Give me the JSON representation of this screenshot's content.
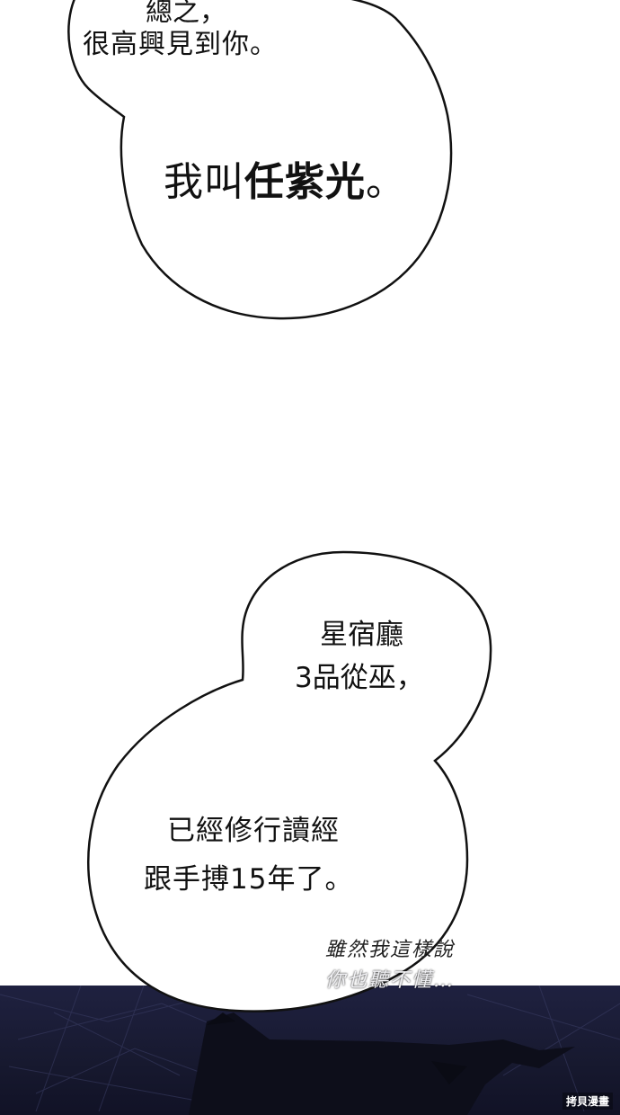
{
  "bubble_top": {
    "line_partial": "總之，",
    "line2": "很高興見到你。",
    "main_prefix": "我叫",
    "main_name": "任紫光",
    "main_suffix": "。"
  },
  "bubble_middle": {
    "line1": "星宿廳",
    "line2": "3品從巫，",
    "line3": "已經修行讀經",
    "line4": "跟手搏15年了。"
  },
  "aside": {
    "line1": "雖然我這樣說",
    "line2": "你也聽不懂…"
  },
  "watermark": "拷貝漫畫",
  "colors": {
    "panel_dark": "#1f2140",
    "bubble_fill": "#ffffff",
    "bubble_stroke": "#111111"
  }
}
